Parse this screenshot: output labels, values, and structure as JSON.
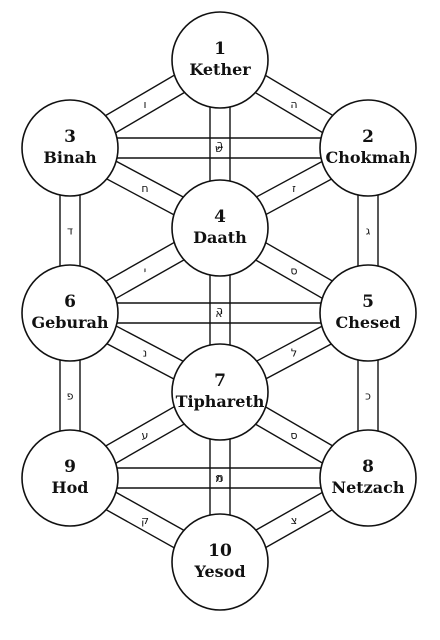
{
  "sephiroth": [
    {
      "id": "kether",
      "number": "1",
      "name": "Kether"
    },
    {
      "id": "chokmah",
      "number": "2",
      "name": "Chokmah"
    },
    {
      "id": "binah",
      "number": "3",
      "name": "Binah"
    },
    {
      "id": "daath",
      "number": "4",
      "name": "Daath"
    },
    {
      "id": "chesed",
      "number": "5",
      "name": "Chesed"
    },
    {
      "id": "geburah",
      "number": "6",
      "name": "Geburah"
    },
    {
      "id": "tiphareth",
      "number": "7",
      "name": "Tiphareth"
    },
    {
      "id": "netzach",
      "number": "8",
      "name": "Netzach"
    },
    {
      "id": "hod",
      "number": "9",
      "name": "Hod"
    },
    {
      "id": "yesod",
      "number": "10",
      "name": "Yesod"
    }
  ],
  "paths": [
    {
      "from": "kether",
      "to": "binah",
      "letter": "ו"
    },
    {
      "from": "kether",
      "to": "chokmah",
      "letter": "ה"
    },
    {
      "from": "kether",
      "to": "daath",
      "letter": "ב"
    },
    {
      "from": "binah",
      "to": "chokmah",
      "letter": "ש"
    },
    {
      "from": "binah",
      "to": "daath",
      "letter": "ח"
    },
    {
      "from": "chokmah",
      "to": "daath",
      "letter": "ז"
    },
    {
      "from": "binah",
      "to": "geburah",
      "letter": "ד"
    },
    {
      "from": "chokmah",
      "to": "chesed",
      "letter": "ג"
    },
    {
      "from": "daath",
      "to": "geburah",
      "letter": "י"
    },
    {
      "from": "daath",
      "to": "chesed",
      "letter": "ס"
    },
    {
      "from": "daath",
      "to": "tiphareth",
      "letter": "ר"
    },
    {
      "from": "geburah",
      "to": "chesed",
      "letter": "א"
    },
    {
      "from": "geburah",
      "to": "tiphareth",
      "letter": "נ"
    },
    {
      "from": "chesed",
      "to": "tiphareth",
      "letter": "ל"
    },
    {
      "from": "geburah",
      "to": "hod",
      "letter": "פ"
    },
    {
      "from": "chesed",
      "to": "netzach",
      "letter": "כ"
    },
    {
      "from": "tiphareth",
      "to": "hod",
      "letter": "ע"
    },
    {
      "from": "tiphareth",
      "to": "netzach",
      "letter": "ס"
    },
    {
      "from": "tiphareth",
      "to": "yesod",
      "letter": "ת"
    },
    {
      "from": "hod",
      "to": "netzach",
      "letter": "מ"
    },
    {
      "from": "hod",
      "to": "yesod",
      "letter": "ק"
    },
    {
      "from": "netzach",
      "to": "yesod",
      "letter": "צ"
    }
  ]
}
